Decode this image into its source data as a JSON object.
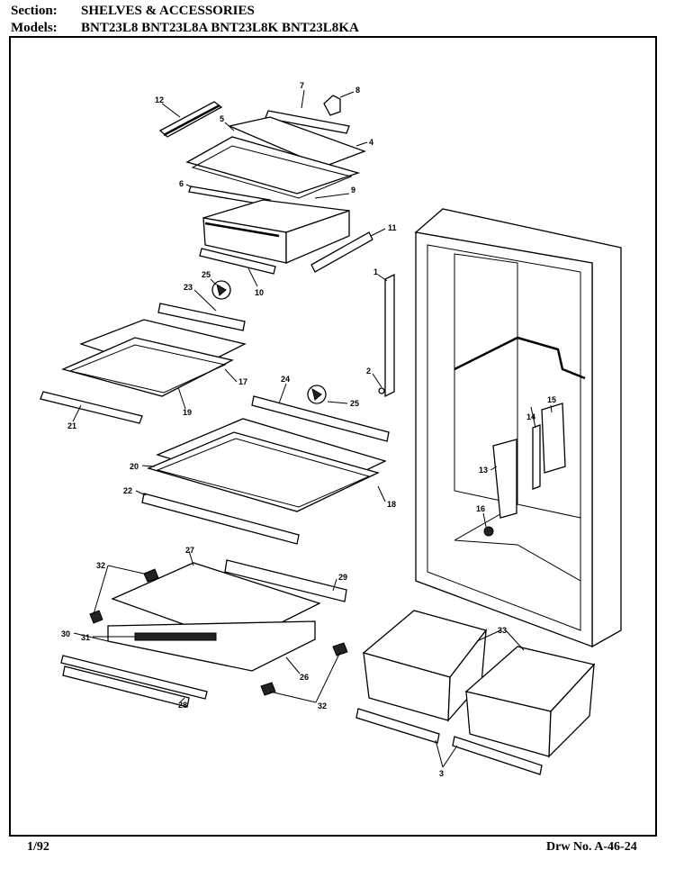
{
  "header": {
    "section_label": "Section:",
    "section_value": "SHELVES & ACCESSORIES",
    "models_label": "Models:",
    "models_value": "BNT23L8  BNT23L8A  BNT23L8K  BNT23L8KA"
  },
  "footer": {
    "date": "1/92",
    "drawing_no": "Drw No. A-46-24"
  },
  "callouts": {
    "c1": "1",
    "c2": "2",
    "c3": "3",
    "c4": "4",
    "c5": "5",
    "c6": "6",
    "c7": "7",
    "c8": "8",
    "c9": "9",
    "c10": "10",
    "c11": "11",
    "c12": "12",
    "c13": "13",
    "c14": "14",
    "c15": "15",
    "c16": "16",
    "c17": "17",
    "c18": "18",
    "c19": "19",
    "c20": "20",
    "c21": "21",
    "c22": "22",
    "c23": "23",
    "c24": "24",
    "c25a": "25",
    "c25b": "25",
    "c26": "26",
    "c27": "27",
    "c28": "28",
    "c29": "29",
    "c30": "30",
    "c31": "31",
    "c32a": "32",
    "c32b": "32",
    "c33": "33"
  }
}
